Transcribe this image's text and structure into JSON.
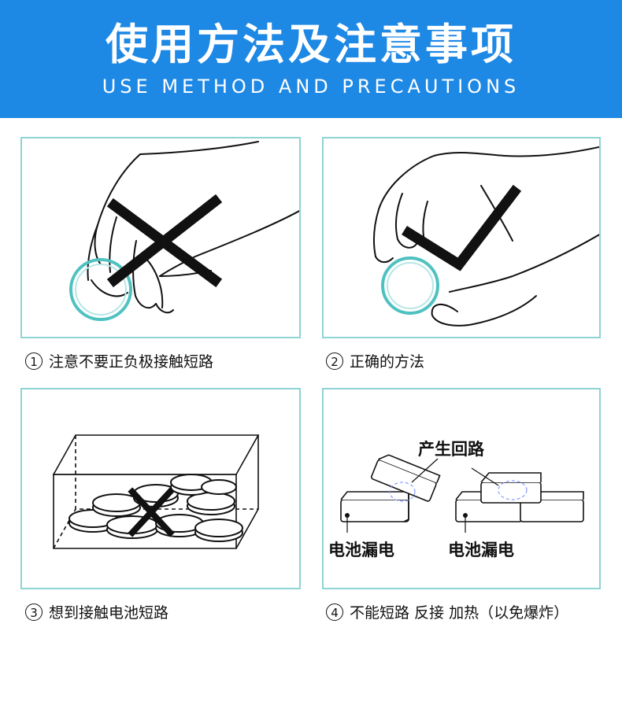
{
  "header": {
    "title": "使用方法及注意事项",
    "subtitle": "USE METHOD AND PRECAUTIONS",
    "background_color": "#1e88e5"
  },
  "panels": [
    {
      "num": "①",
      "caption": "注意不要正负极接触短路",
      "mark": "wrong-x"
    },
    {
      "num": "②",
      "caption": "正确的方法",
      "mark": "check"
    },
    {
      "num": "③",
      "caption": "想到接触电池短路",
      "mark": "wrong-x"
    },
    {
      "num": "④",
      "caption": "不能短路 反接 加热（以免爆炸）",
      "mark": "none",
      "labels": {
        "loop": "产生回路",
        "leak_left": "电池漏电",
        "leak_right": "电池漏电"
      }
    }
  ],
  "colors": {
    "panel_border": "#8ed4d4",
    "battery_ring": "#4fc1c1"
  }
}
